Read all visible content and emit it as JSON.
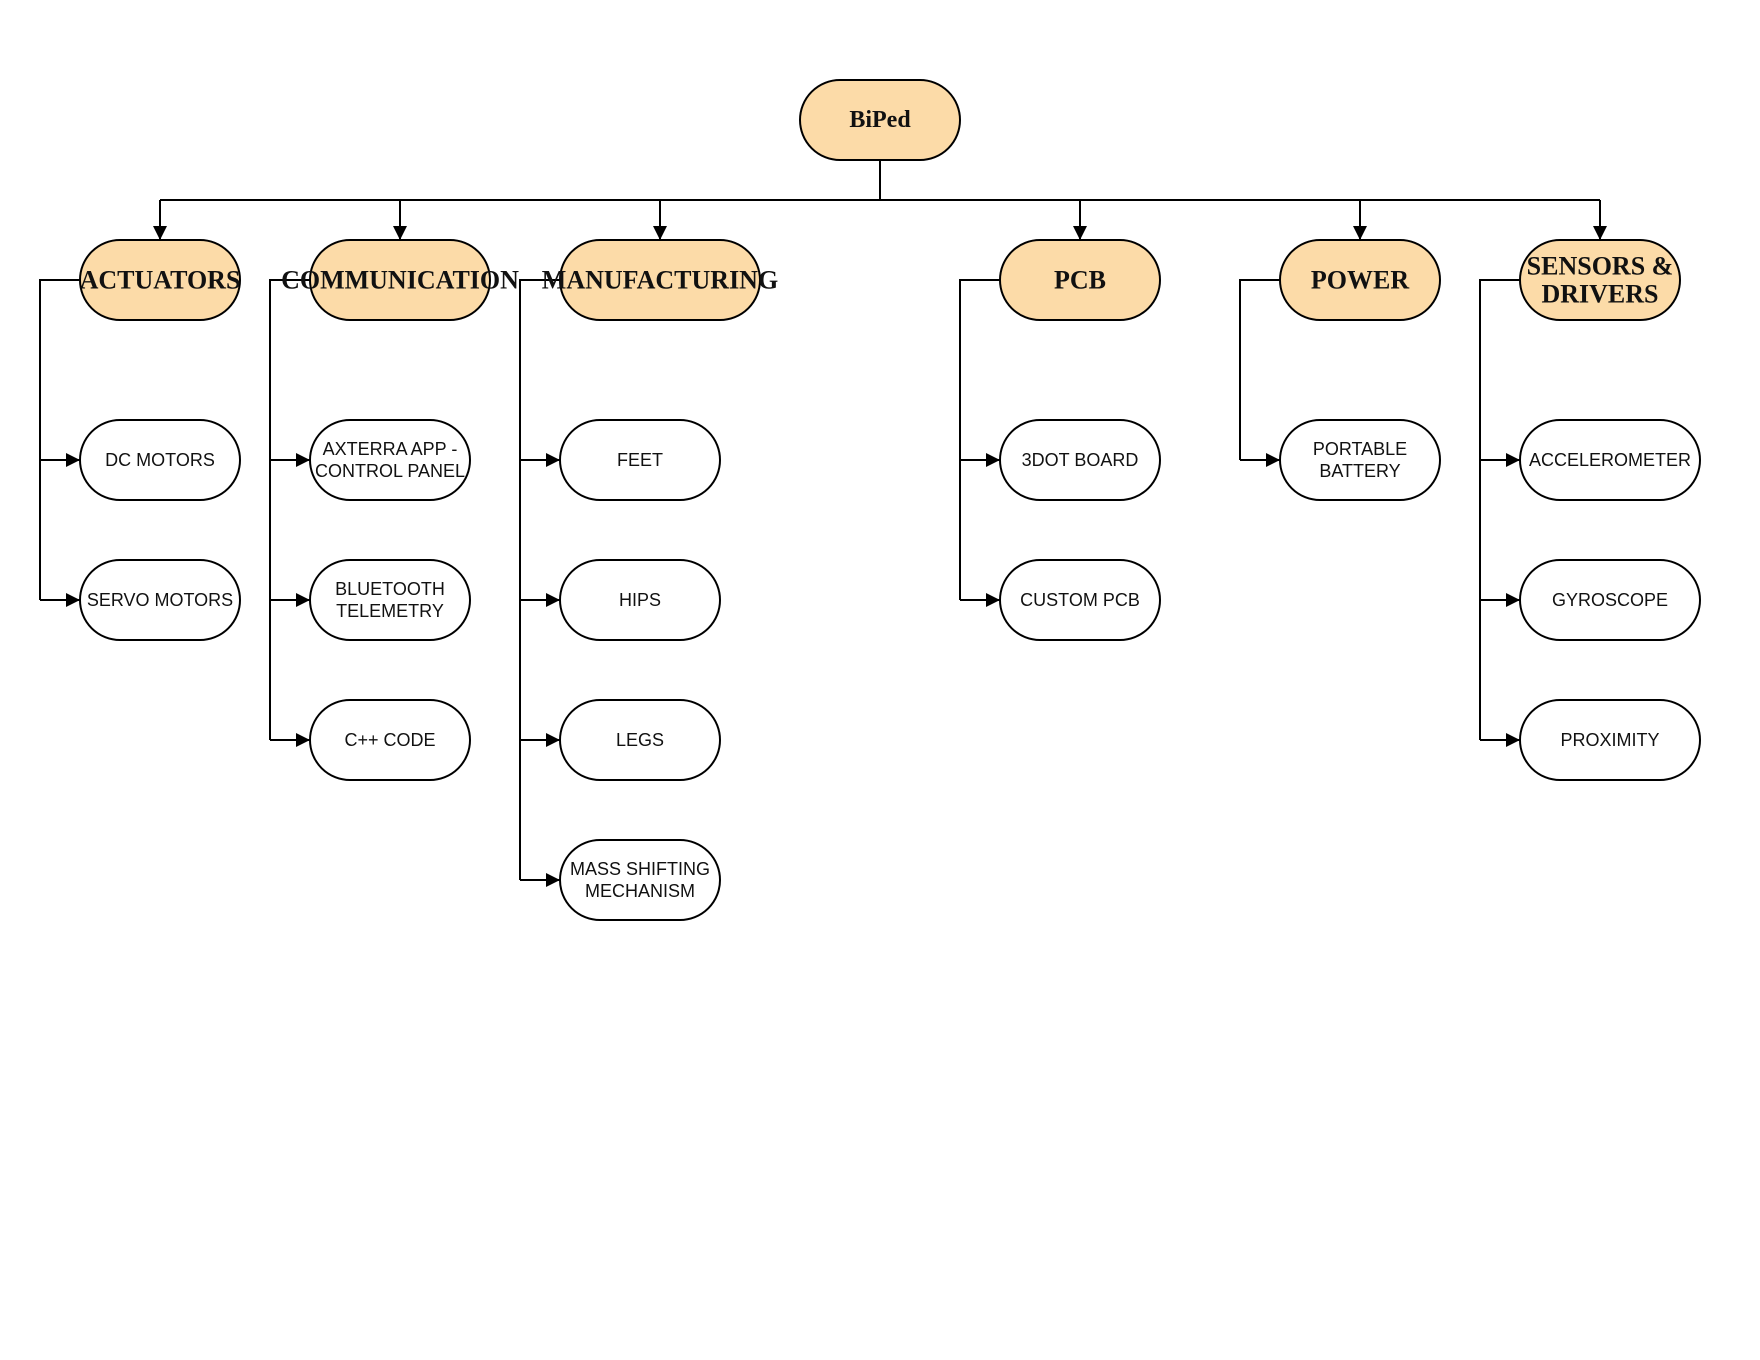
{
  "colors": {
    "category_fill": "#fcdba8",
    "leaf_fill": "#ffffff",
    "stroke": "#000000"
  },
  "root": {
    "label": "BiPed"
  },
  "categories": [
    {
      "label": "ACTUATORS",
      "children": [
        "DC MOTORS",
        "SERVO MOTORS"
      ]
    },
    {
      "label": "COMMUNICATION",
      "children": [
        "AXTERRA APP - CONTROL PANEL",
        "BLUETOOTH TELEMETRY",
        "C++ CODE"
      ]
    },
    {
      "label": "MANUFACTURING",
      "children": [
        "FEET",
        "HIPS",
        "LEGS",
        "MASS SHIFTING MECHANISM"
      ]
    },
    {
      "label": "PCB",
      "children": [
        "3DOT BOARD",
        "CUSTOM PCB"
      ]
    },
    {
      "label": "POWER",
      "children": [
        "PORTABLE BATTERY"
      ]
    },
    {
      "label": "SENSORS & DRIVERS",
      "children": [
        "ACCELEROMETER",
        "GYROSCOPE",
        "PROXIMITY"
      ]
    }
  ]
}
